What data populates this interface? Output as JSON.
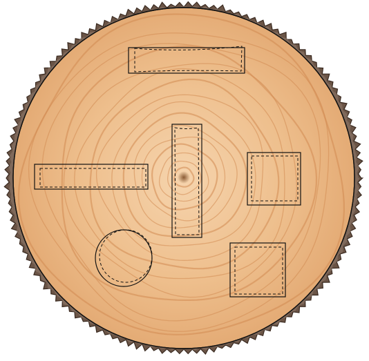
{
  "scene": {
    "subject": "wood-slice-cutting-layout",
    "colors": {
      "bark_dark": "#3a2a20",
      "bark_mid": "#6b5547",
      "bark_light": "#8f7a6c",
      "wood_light": "#f6d4ad",
      "wood_mid": "#eebf8d",
      "wood_dark": "#d99b64",
      "ring": "#d28a52",
      "outline": "#111111"
    }
  },
  "shapes": [
    {
      "kind": "rectangle",
      "orientation": "horizontal",
      "position": "top",
      "cut_line": "dashed"
    },
    {
      "kind": "rectangle",
      "orientation": "horizontal",
      "position": "left",
      "cut_line": "dashed"
    },
    {
      "kind": "rectangle",
      "orientation": "vertical",
      "position": "center",
      "cut_line": "dashed"
    },
    {
      "kind": "square",
      "position": "right",
      "cut_line": "dashed"
    },
    {
      "kind": "circle",
      "position": "bottom-left",
      "cut_line": "dashed"
    },
    {
      "kind": "square",
      "position": "bottom-right",
      "cut_line": "dashed"
    }
  ]
}
